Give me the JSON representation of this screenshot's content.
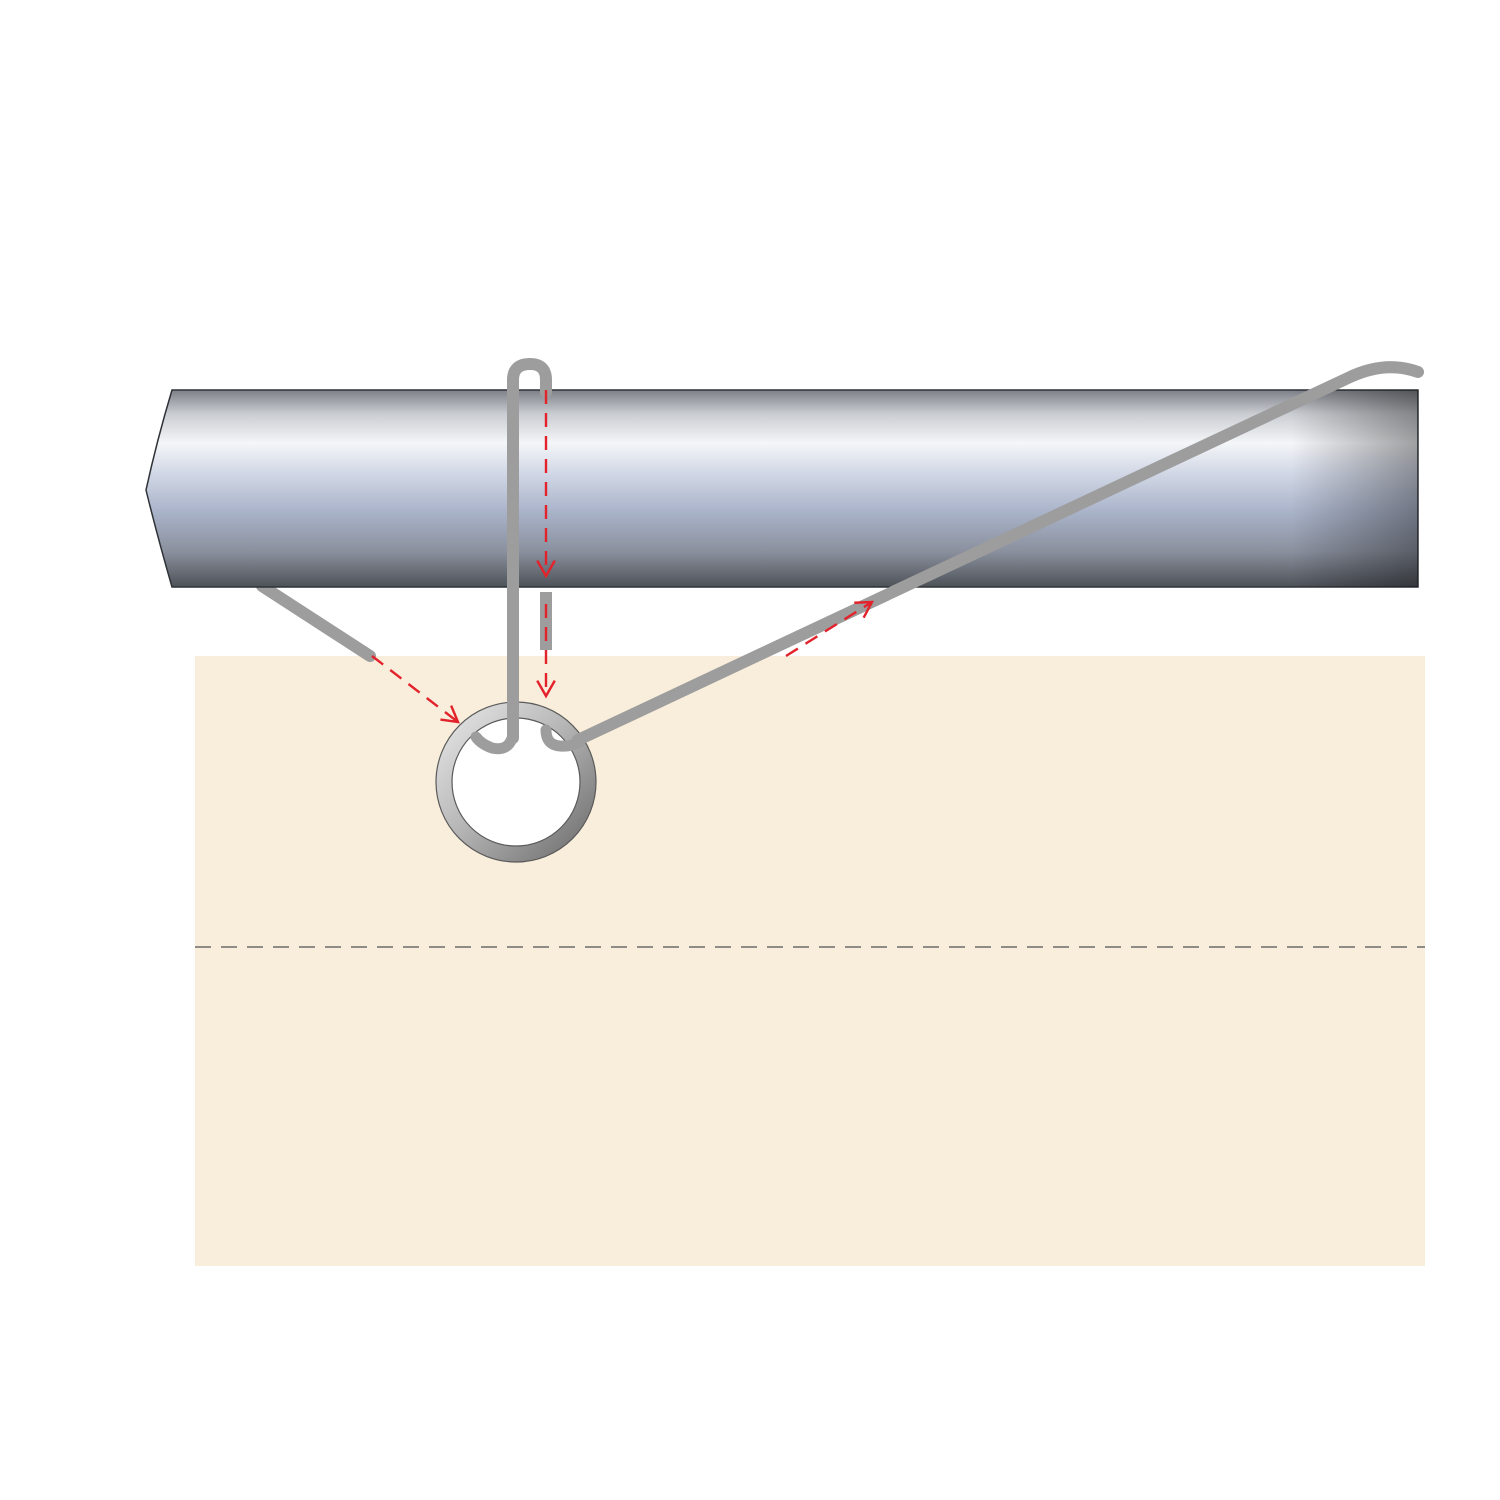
{
  "colors": {
    "background": "#ffffff",
    "banner": "#f9eedb",
    "pole_light": "#f4f6f8",
    "pole_mid": "#a9b3c9",
    "pole_dark": "#4e5258",
    "cord": "#9d9d9d",
    "arrow": "#e3232c",
    "fold_line": "#6a6a6a",
    "grommet_light": "#e6e6e6",
    "grommet_dark": "#6e6e6e"
  },
  "parts": [
    "pole",
    "banner",
    "grommet",
    "cord",
    "fold-line",
    "direction-arrows"
  ]
}
